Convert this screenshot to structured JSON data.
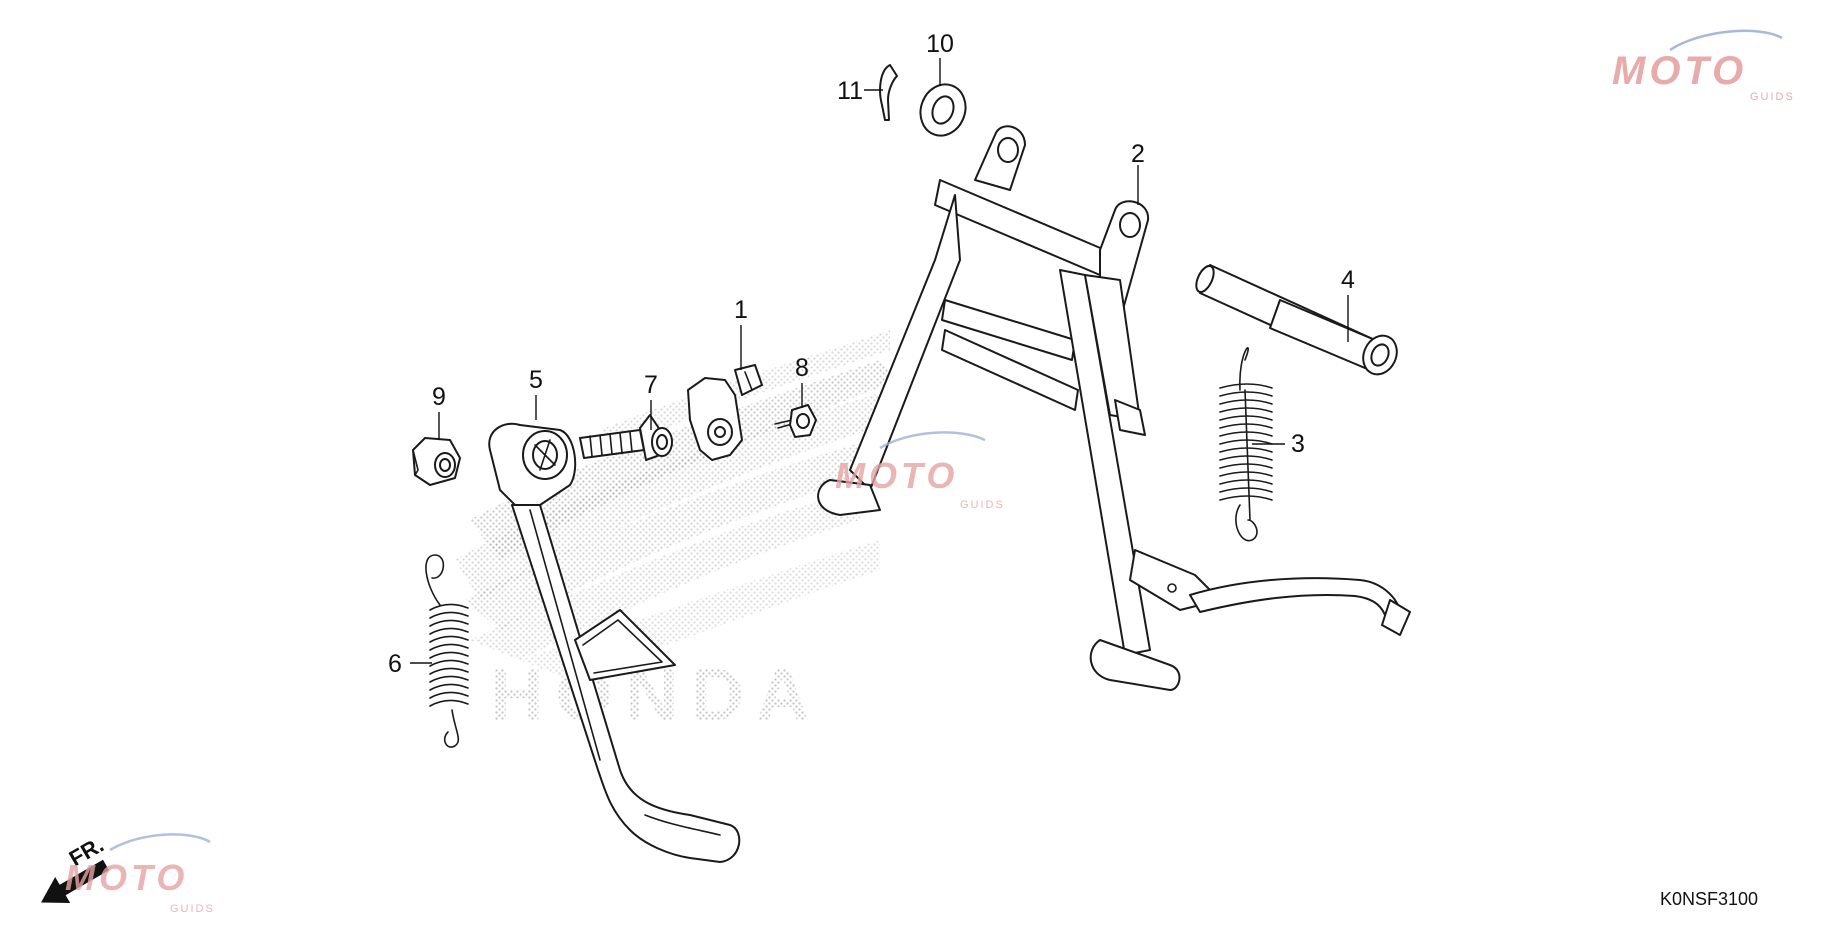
{
  "diagram": {
    "parts": [
      {
        "number": "1",
        "label": "1"
      },
      {
        "number": "2",
        "label": "2"
      },
      {
        "number": "3",
        "label": "3"
      },
      {
        "number": "4",
        "label": "4"
      },
      {
        "number": "5",
        "label": "5"
      },
      {
        "number": "6",
        "label": "6"
      },
      {
        "number": "7",
        "label": "7"
      },
      {
        "number": "8",
        "label": "8"
      },
      {
        "number": "9",
        "label": "9"
      },
      {
        "number": "10",
        "label": "10"
      },
      {
        "number": "11",
        "label": "11"
      }
    ],
    "direction_label": "FR.",
    "diagram_code": "K0NSF3100",
    "background_mark": "HONDA"
  },
  "watermark": {
    "brand": "MOTO",
    "sub": "GUIDS",
    "colors": {
      "red": "#e5a3a3",
      "blue": "#9fb1d8",
      "gray": "#c9c9c9"
    }
  },
  "colors": {
    "ink": "#111111",
    "background": "#ffffff",
    "dots": "#9a9a9a"
  }
}
